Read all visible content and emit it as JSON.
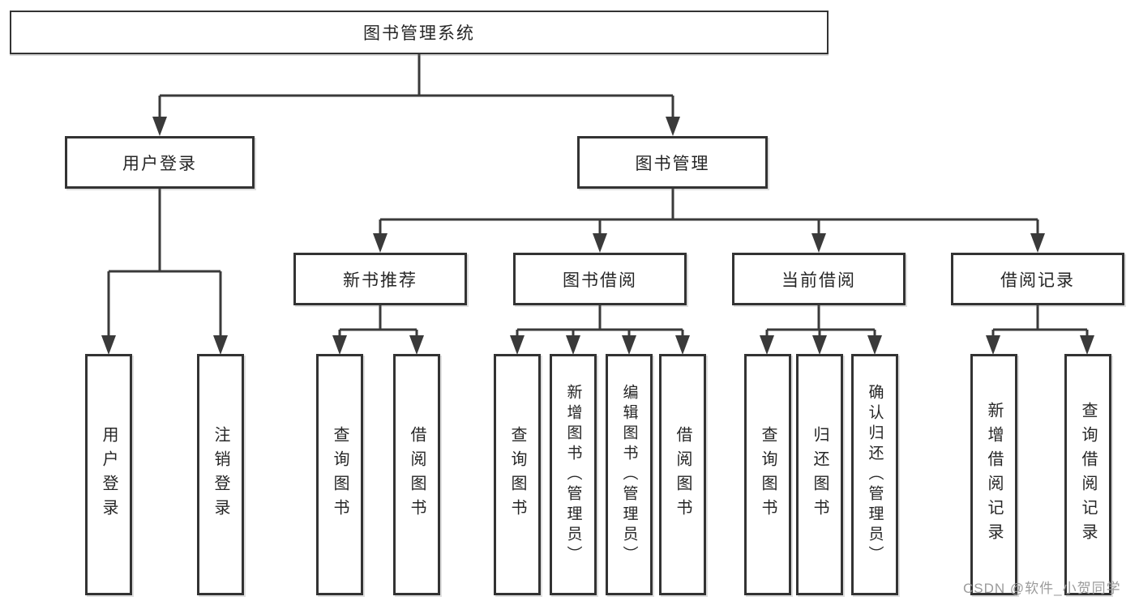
{
  "diagram": {
    "root": {
      "label": "图书管理系统",
      "children": [
        {
          "label": "用户登录",
          "children": [
            {
              "label": "用户登录"
            },
            {
              "label": "注销登录"
            }
          ]
        },
        {
          "label": "图书管理",
          "children": [
            {
              "label": "新书推荐",
              "children": [
                {
                  "label": "查询图书"
                },
                {
                  "label": "借阅图书"
                }
              ]
            },
            {
              "label": "图书借阅",
              "children": [
                {
                  "label": "查询图书"
                },
                {
                  "label": "新增图书（管理员）"
                },
                {
                  "label": "编辑图书（管理员）"
                },
                {
                  "label": "借阅图书"
                }
              ]
            },
            {
              "label": "当前借阅",
              "children": [
                {
                  "label": "查询图书"
                },
                {
                  "label": "归还图书"
                },
                {
                  "label": "确认归还（管理员）"
                }
              ]
            },
            {
              "label": "借阅记录",
              "children": [
                {
                  "label": "新增借阅记录"
                },
                {
                  "label": "查询借阅记录"
                }
              ]
            }
          ]
        }
      ]
    }
  },
  "watermark": {
    "text": "CSDN @软件_小贺同学",
    "color": "#9b9b9b"
  },
  "colors": {
    "line": "#3a3a3a",
    "border": "#333333",
    "text": "#262626",
    "background": "#ffffff"
  }
}
